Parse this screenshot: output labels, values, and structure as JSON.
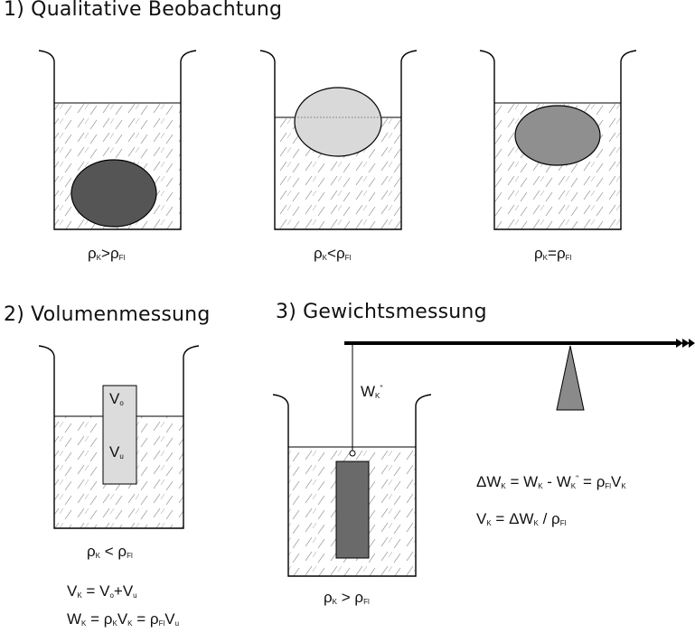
{
  "sections": {
    "s1": "1) Qualitative Beobachtung",
    "s2": "2) Volumenmessung",
    "s3": "3) Gewichtsmessung"
  },
  "symbols": {
    "rho": "ρ",
    "K": "K",
    "Fl": "Fl",
    "V": "V",
    "W": "W",
    "o": "o",
    "u": "u",
    "gt": ">",
    "lt": "<",
    "eq": "=",
    "plus": "+",
    "minus": "-",
    "delta": "Δ",
    "slash": "/",
    "dprime": "\""
  },
  "colors": {
    "sink_ball": "#555555",
    "float_ball": "#d9d9d9",
    "suspend_ball": "#8f8f8f",
    "cylinder_light": "#dcdcdc",
    "cylinder_dark": "#6a6a6a",
    "fulcrum": "#8a8a8a"
  }
}
